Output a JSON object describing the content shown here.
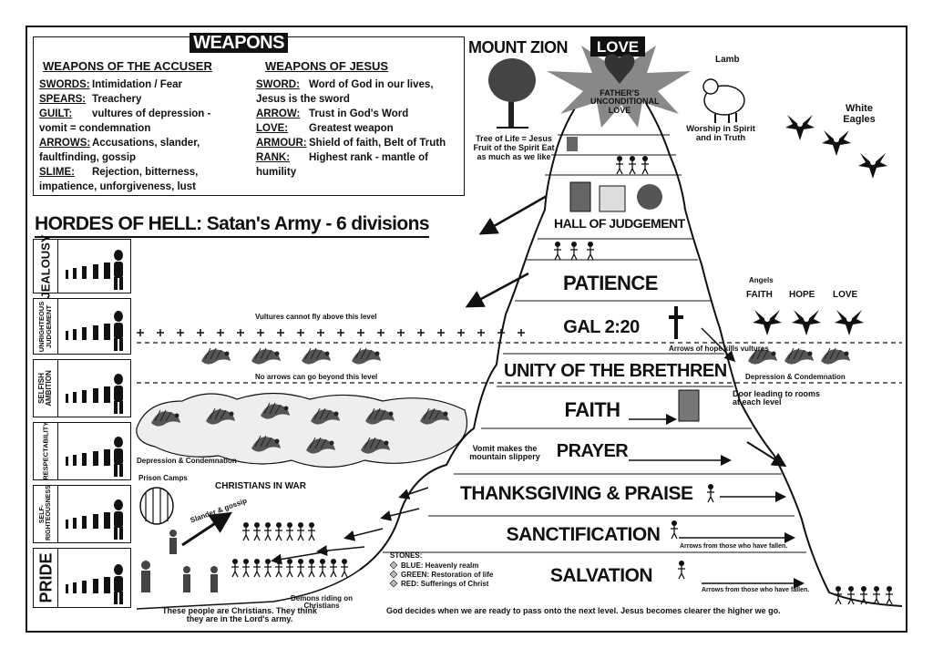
{
  "weapons": {
    "title": "WEAPONS",
    "accuser": {
      "heading": "WEAPONS OF THE ACCUSER",
      "items": [
        {
          "key": "SWORDS:",
          "text": "Intimidation / Fear"
        },
        {
          "key": "SPEARS:",
          "text": "Treachery"
        },
        {
          "key": "GUILT:",
          "text": "vultures of depression -"
        },
        {
          "key": "",
          "text": "vomit = condemnation"
        },
        {
          "key": "ARROWS:",
          "text": "Accusations, slander,"
        },
        {
          "key": "",
          "text": "faultfinding, gossip"
        },
        {
          "key": "SLIME:",
          "text": "Rejection, bitterness,"
        },
        {
          "key": "",
          "text": "impatience, unforgiveness, lust"
        }
      ]
    },
    "jesus": {
      "heading": "WEAPONS OF JESUS",
      "items": [
        {
          "key": "SWORD:",
          "text": "Word of God in our lives,"
        },
        {
          "key": "",
          "text": "Jesus is the sword"
        },
        {
          "key": "ARROW:",
          "text": "Trust in God's Word"
        },
        {
          "key": "LOVE:",
          "text": "Greatest weapon"
        },
        {
          "key": "ARMOUR:",
          "text": "Shield of faith, Belt of Truth"
        },
        {
          "key": "RANK:",
          "text": "Highest rank - mantle of"
        },
        {
          "key": "",
          "text": "humility"
        }
      ]
    }
  },
  "hordes": {
    "title": "HORDES OF HELL:  Satan's Army - 6 divisions",
    "divisions": [
      "JEALOUSY",
      "UNRIGHTEOUS JUDGEMENT",
      "SELFISH AMBITION",
      "RESPECTABILITY",
      "SELF-RIGHTEOUSNESS",
      "PRIDE"
    ]
  },
  "mountain": {
    "title": "MOUNT ZION",
    "love_banner": "LOVE",
    "summit": "FATHER'S UNCONDITIONAL LOVE",
    "levels": [
      "HALL OF JUDGEMENT",
      "PATIENCE",
      "GAL 2:20",
      "UNITY OF THE BRETHREN",
      "FAITH",
      "PRAYER",
      "THANKSGIVING & PRAISE",
      "SANCTIFICATION",
      "SALVATION"
    ]
  },
  "labels": {
    "tree_of_life": "Tree of Life = Jesus Fruit of the Spirit Eat as much as we like",
    "lamb": "Lamb",
    "worship": "Worship in Spirit and in Truth",
    "white_eagles": "White Eagles",
    "angels": "Angels",
    "angel_names": [
      "FAITH",
      "HOPE",
      "LOVE"
    ],
    "vultures_cannot": "Vultures cannot fly above this level",
    "no_arrows": "No arrows can go beyond this level",
    "arrows_of_hope": "Arrows of hope kills vultures",
    "depression_right": "Depression & Condemnation",
    "depression_left": "Depression & Condemnation",
    "door": "Door leading to rooms at each level",
    "vomit": "Vomit makes the mountain slippery",
    "prison_camps": "Prison Camps",
    "christians_in_war": "CHRISTIANS IN WAR",
    "slander": "Slander & gossip",
    "demons_riding": "Demons riding on Christians",
    "these_people": "These people are Christians. They think they are in the Lord's army.",
    "stones_title": "STONES:",
    "stones": [
      "BLUE:  Heavenly realm",
      "GREEN:  Restoration of life",
      "RED:  Sufferings of Christ"
    ],
    "arrows_fallen_1": "Arrows from those who have fallen.",
    "arrows_fallen_2": "Arrows from those who have fallen.",
    "footer": "God decides when we are ready to pass onto the next level.  Jesus becomes clearer the higher we go."
  }
}
